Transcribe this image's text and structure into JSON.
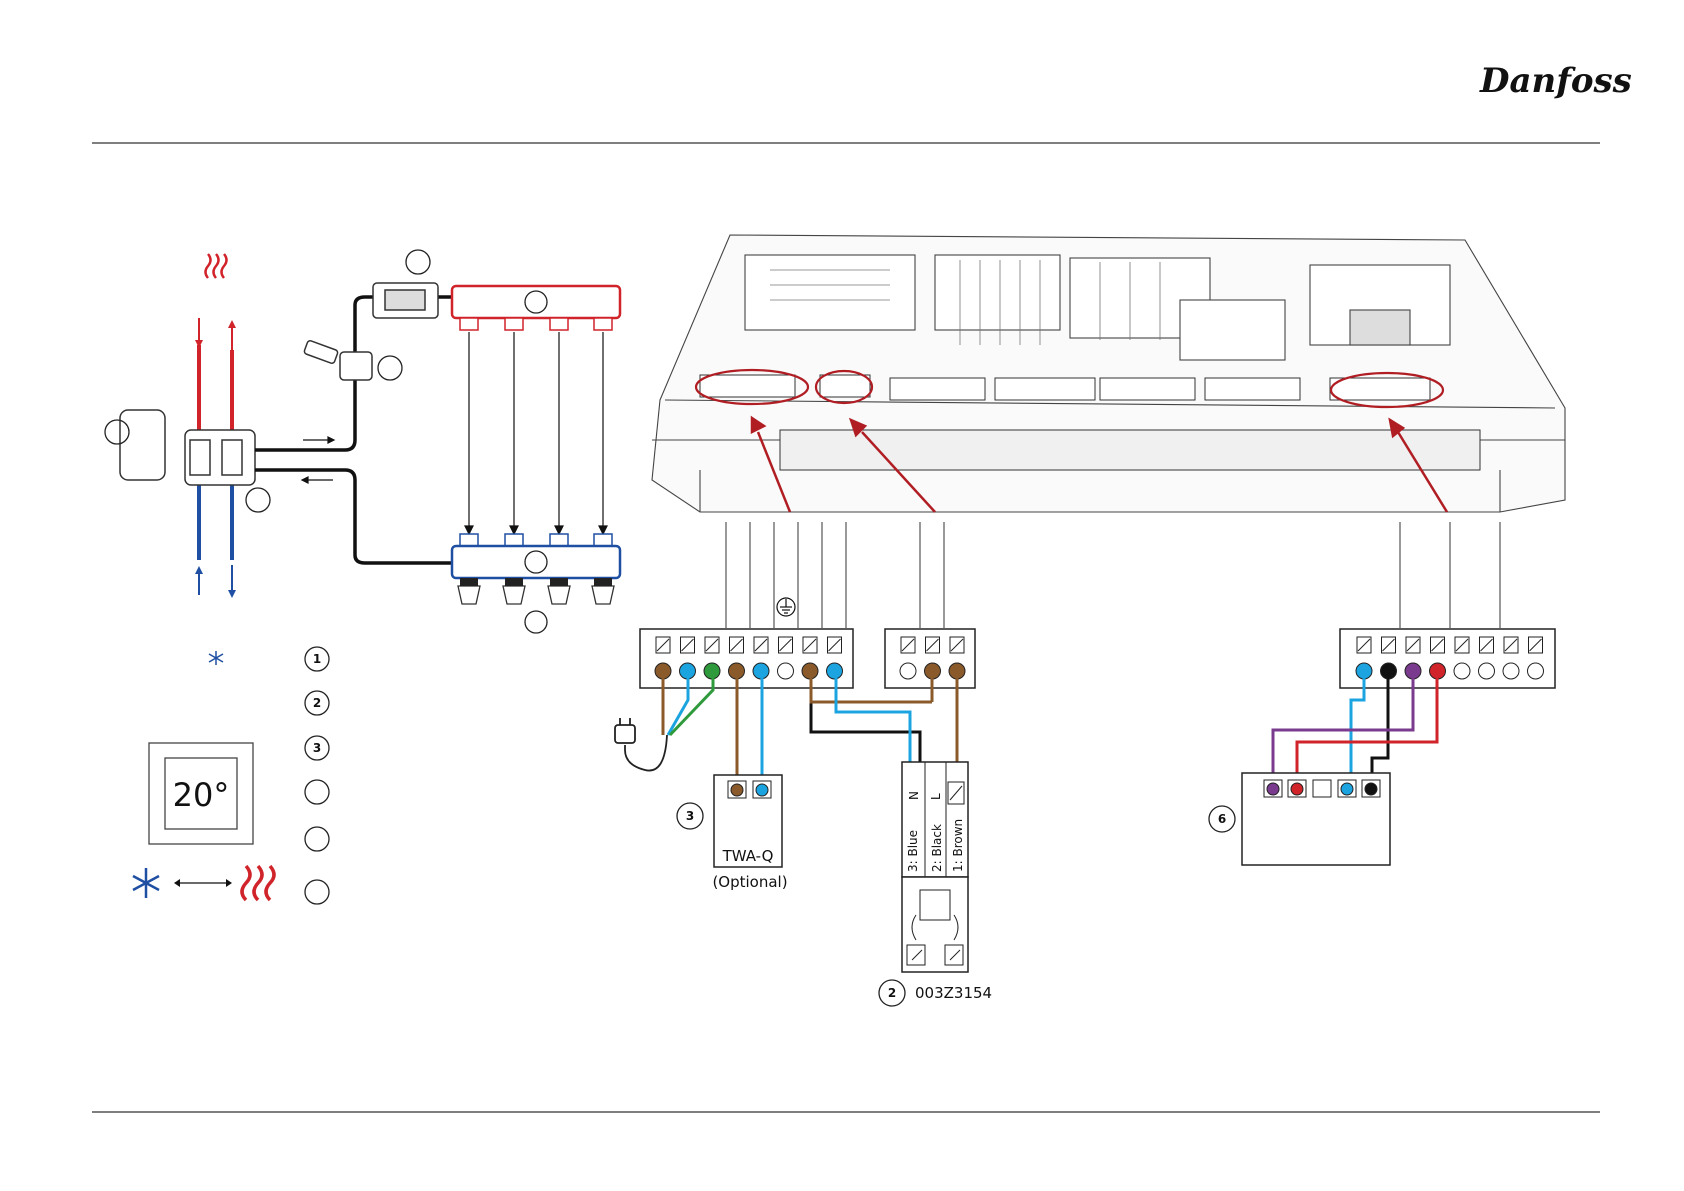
{
  "brand": {
    "logo_text": "Danfoss"
  },
  "colors": {
    "red": "#d1232a",
    "blue": "#1e4fa3",
    "cyan": "#1ba4e0",
    "brown": "#8b5a2b",
    "green": "#2e9a3c",
    "black": "#111111",
    "purple": "#7a3b8f"
  },
  "legend": {
    "items": [
      {
        "num": "1"
      },
      {
        "num": "2"
      },
      {
        "num": "3"
      },
      {
        "num": ""
      },
      {
        "num": ""
      },
      {
        "num": ""
      }
    ]
  },
  "thermostat": {
    "display": "20°"
  },
  "twa": {
    "label": "TWA-Q",
    "note": "(Optional)",
    "callout": "3"
  },
  "actuator": {
    "wire_labels": [
      "3: Blue",
      "2: Black",
      "1: Brown"
    ],
    "terminal_letters": [
      "N",
      "L"
    ],
    "callout": "2",
    "part_number": "003Z3154"
  },
  "right_device": {
    "callout": "6"
  },
  "icons": [
    "danfoss-logo",
    "heat-icon",
    "cooling-icon",
    "ground-icon",
    "plug-icon",
    "switch-icon"
  ]
}
